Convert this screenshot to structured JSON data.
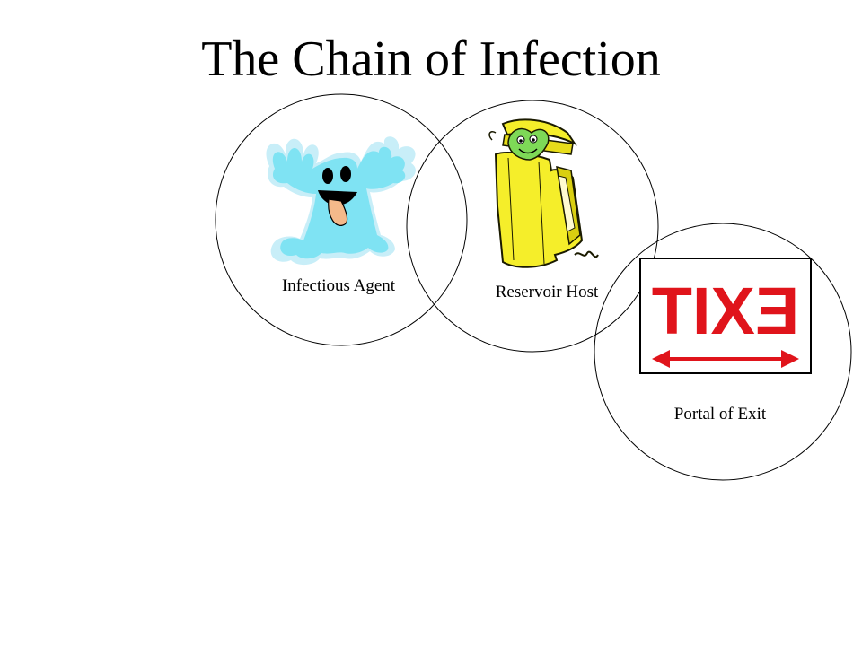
{
  "slide": {
    "title": "The Chain of Infection"
  },
  "diagram": {
    "nodes": [
      {
        "id": "infectious-agent",
        "label": "Infectious Agent",
        "icon": "germ-icon"
      },
      {
        "id": "reservoir-host",
        "label": "Reservoir Host",
        "icon": "trash-can-germ-icon"
      },
      {
        "id": "portal-of-exit",
        "label": "Portal of Exit",
        "icon": "exit-sign-icon"
      }
    ],
    "exit_sign_text": "EXIT"
  },
  "colors": {
    "germ_fill": "#7fe3f3",
    "germ_halo": "#c8eef8",
    "tongue": "#f4b98a",
    "can_fill": "#f5ee2a",
    "can_stroke": "#1a1a00",
    "reservoir_germ": "#7ed957",
    "exit_red": "#e0141b",
    "circle_stroke": "#000000"
  }
}
